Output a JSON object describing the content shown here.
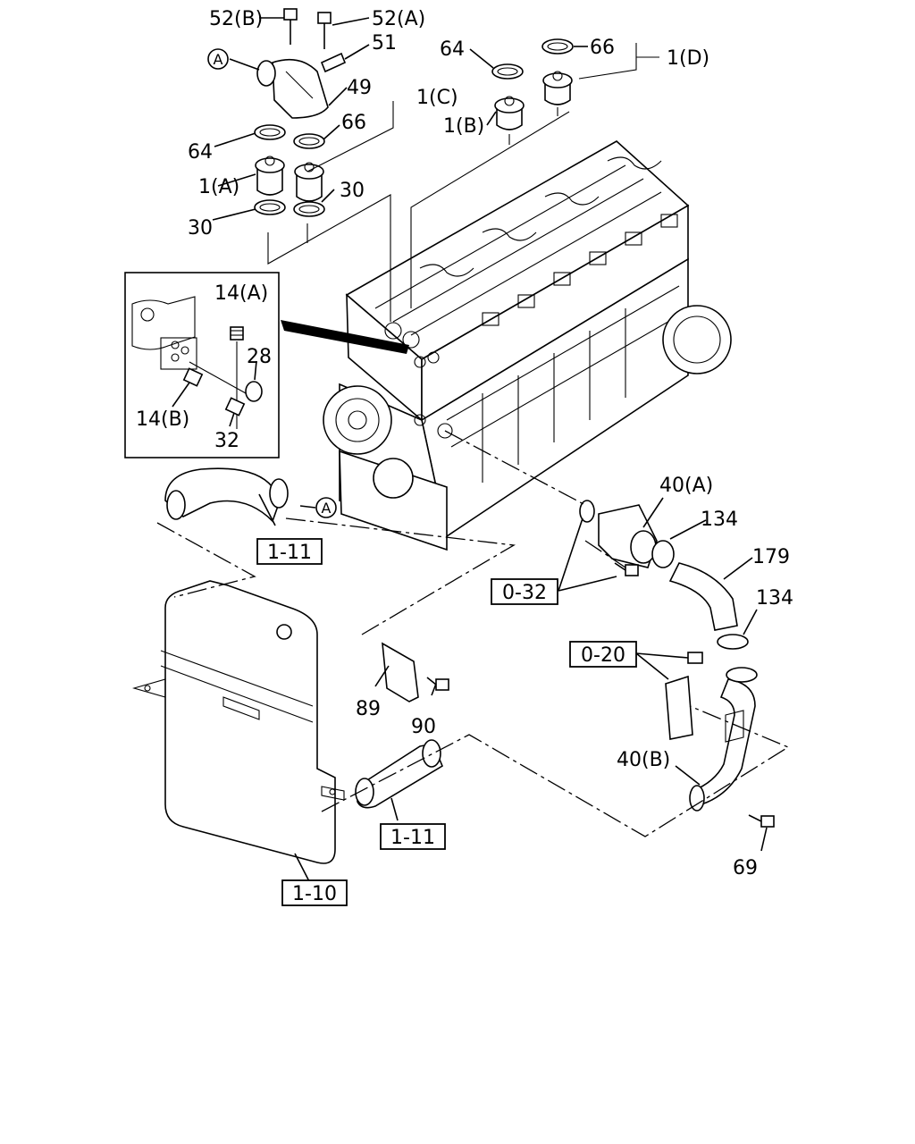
{
  "callouts": {
    "c52b": "52(B)",
    "c52a": "52(A)",
    "c51": "51",
    "c49": "49",
    "c64_top": "64",
    "c66_top": "66",
    "c1d": "1(D)",
    "c1b": "1(B)",
    "c1c": "1(C)",
    "c66_mid": "66",
    "c64_mid": "64",
    "c1a": "1(A)",
    "c30_r": "30",
    "c30_l": "30",
    "c14a": "14(A)",
    "c28": "28",
    "c14b": "14(B)",
    "c32": "32",
    "c40a": "40(A)",
    "c134_a": "134",
    "c179": "179",
    "c134_b": "134",
    "c89": "89",
    "c90": "90",
    "c40b": "40(B)",
    "c69": "69",
    "ref_a1": "A",
    "ref_a2": "A"
  },
  "boxed_refs": {
    "r111_top": "1-11",
    "r032": "0-32",
    "r020": "0-20",
    "r111_bot": "1-11",
    "r110": "1-10"
  }
}
